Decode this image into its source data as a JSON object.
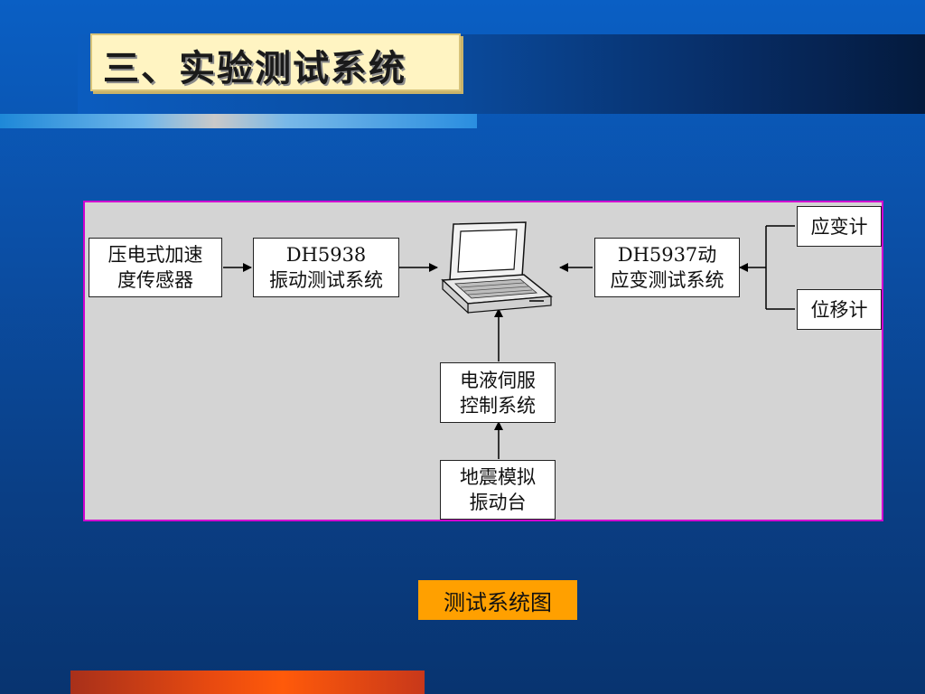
{
  "slide": {
    "title": "三、实验测试系统",
    "caption": "测试系统图"
  },
  "diagram": {
    "boxes": {
      "sensor": "压电式加速\n度传感器",
      "dh5938": "DH5938\n振动测试系统",
      "dh5937": "DH5937动\n应变测试系统",
      "strain_gauge": "应变计",
      "displacement_gauge": "位移计",
      "servo": "电液伺服\n控制系统",
      "shake_table": "地震模拟\n振动台"
    },
    "center_icon": "laptop-computer-icon"
  },
  "colors": {
    "panel_bg": "#d4d4d4",
    "panel_border": "#d000d0",
    "caption_bg": "#ffa000",
    "title_bg": "#fff4c2"
  }
}
